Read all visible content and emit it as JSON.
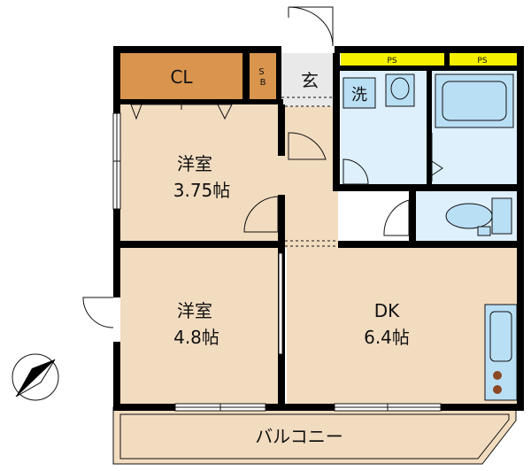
{
  "labels": {
    "closet": "CL",
    "shoebox": "S\nB",
    "entrance": "玄",
    "washer": "洗",
    "ps1": "PS",
    "ps2": "PS",
    "room1_name": "洋室",
    "room1_size": "3.75帖",
    "room2_name": "洋室",
    "room2_size": "4.8帖",
    "dk_name": "DK",
    "dk_size": "6.4帖",
    "balcony": "バルコニー"
  },
  "colors": {
    "wall": "#000000",
    "floor": "#f2dcc0",
    "closet": "#d9954e",
    "wet_area": "#ddf0fb",
    "fixture": "#b9dff5",
    "ps": "#f5f000",
    "balcony": "#f2dcc0",
    "compass": "#000000"
  },
  "icons": {
    "compass": "north-arrow-icon",
    "toilet": "toilet-icon",
    "bathtub": "bathtub-icon",
    "sink": "washbasin-icon",
    "stove": "stove-icon"
  }
}
